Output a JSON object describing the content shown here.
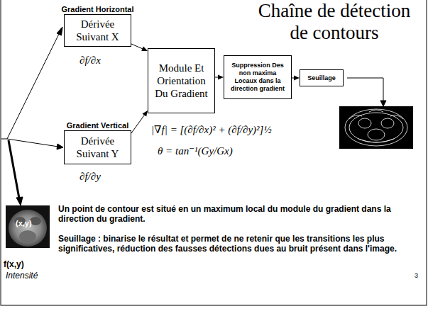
{
  "diagram": {
    "title": "Chaîne de détection de contours",
    "nodes": [
      {
        "text": [
          "Gradient Horizontal",
          "Dérivée Suivant X"
        ]
      },
      {
        "text": [
          "Gradient Vertical",
          "Dérivée Suivant Y"
        ]
      },
      {
        "text": [
          "Module Et Orientation Du Gradient"
        ]
      },
      {
        "text": [
          "Suppression Des non maxima Locaux dans la direction gradient"
        ]
      },
      {
        "text": [
          "Seuillage"
        ]
      }
    ],
    "edges": [
      {
        "from": 0,
        "to": 2,
        "arrow": "to"
      },
      {
        "from": 1,
        "to": 2,
        "arrow": "to"
      },
      {
        "from": 2,
        "to": 3,
        "arrow": "to"
      },
      {
        "from": 3,
        "to": 4,
        "arrow": "to"
      }
    ],
    "labels": [
      "∂f/∂x",
      "∂f/∂y",
      "|∇f| = [(∂f/∂x)² + (∂f/∂y)²]½",
      "θ = tan⁻¹(Gy/Gx)",
      "(x,y)",
      "f(x,y)",
      "Intensité",
      "Un point de contour est situé en un maximum local du module du gradient dans la direction du gradient.",
      "Seuillage : binarise le résultat et permet de ne retenir que les transitions les plus significatives, réduction des fausses détections dues au bruit présent dans l'image.",
      "3"
    ]
  }
}
